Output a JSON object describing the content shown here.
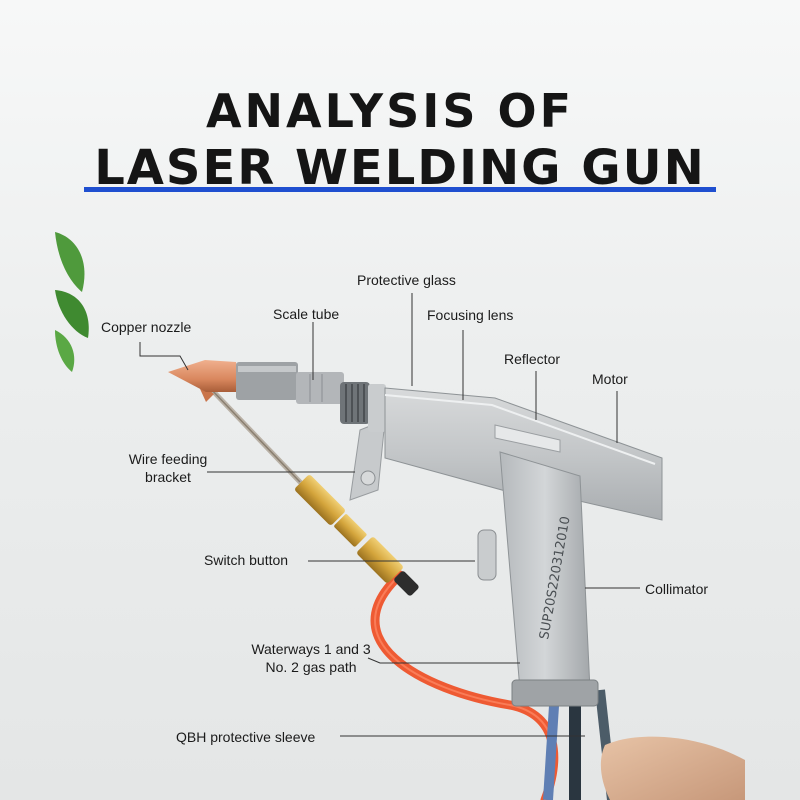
{
  "title": {
    "line1": "ANALYSIS OF",
    "line2": "LASER WELDING GUN"
  },
  "colors": {
    "accent_underline": "#1f4fd0",
    "hose": "#ee5a33",
    "nozzle": "#d9875e",
    "brass": "#d4a53c"
  },
  "device_marking": "SUP20S220312010",
  "labels": {
    "protective_glass": "Protective glass",
    "scale_tube": "Scale tube",
    "focusing_lens": "Focusing lens",
    "copper_nozzle": "Copper nozzle",
    "reflector": "Reflector",
    "motor": "Motor",
    "wire_feeding_bracket_1": "Wire feeding",
    "wire_feeding_bracket_2": "bracket",
    "switch_button": "Switch button",
    "collimator": "Collimator",
    "waterways_1": "Waterways 1 and 3",
    "waterways_2": "No. 2 gas path",
    "qbh_sleeve": "QBH protective sleeve"
  }
}
